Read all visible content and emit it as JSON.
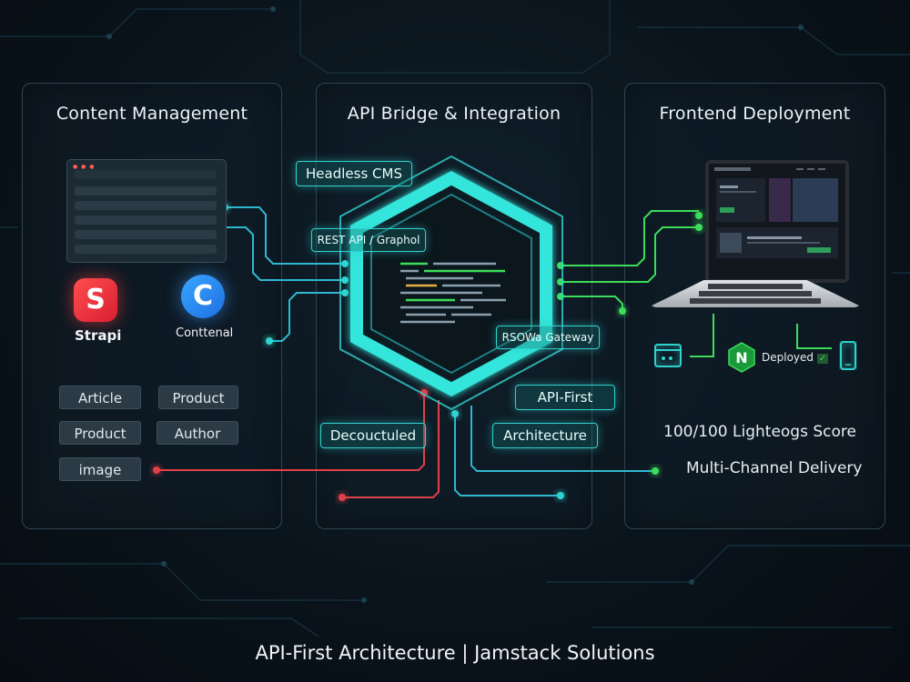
{
  "panels": {
    "content": {
      "title": "Content Management",
      "logos": [
        {
          "icon": "strapi-icon",
          "glyph": "S",
          "label": "Strapi"
        },
        {
          "icon": "contentful-icon",
          "glyph": "C",
          "label": "Conttenal"
        }
      ],
      "tags": [
        "Article",
        "Product",
        "Product",
        "Author",
        "image"
      ]
    },
    "api": {
      "title": "API Bridge & Integration",
      "tags": [
        "Headless CMS",
        "REST API / Graphol",
        "RSOWa Gateway",
        "API-First",
        "Decouctuled",
        "Architecture"
      ]
    },
    "frontend": {
      "title": "Frontend Deployment",
      "deploy": {
        "icon": "nginx-icon",
        "glyph": "N",
        "label": "Deployed",
        "check": "✓"
      },
      "lighthouse": "100/100 Lighteogs Score",
      "delivery": "Multi-Channel Delivery"
    }
  },
  "footer": "API-First Architecture | Jamstack Solutions",
  "colors": {
    "accent": "#2fd3cf",
    "green": "#3ddc5a",
    "red": "#e0404a",
    "panel_border": "#2e4452"
  }
}
